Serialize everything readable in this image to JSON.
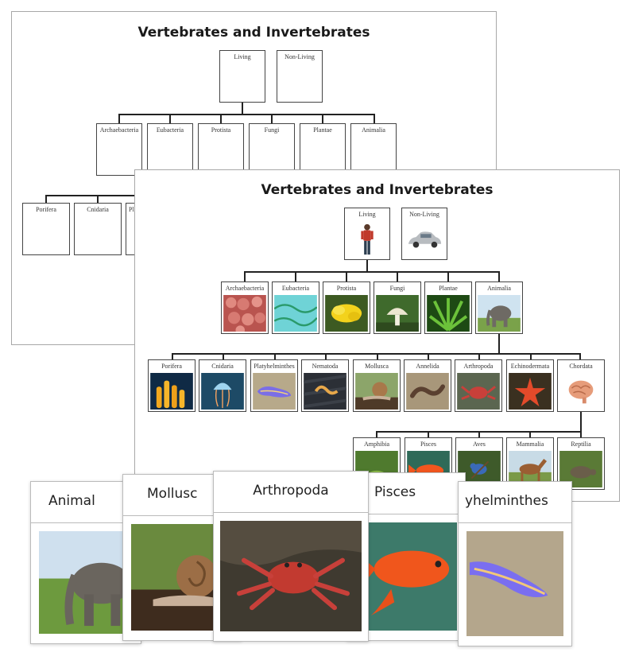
{
  "back_sheet": {
    "title": "Vertebrates and Invertebrates",
    "top_nodes": [
      "Living",
      "Non-Living"
    ],
    "kingdoms": [
      "Archaebacteria",
      "Eubacteria",
      "Protista",
      "Fungi",
      "Plantae",
      "Animalia"
    ],
    "phyla_visible": [
      "Porifera",
      "Cnidaria",
      "Pl"
    ]
  },
  "front_sheet": {
    "title": "Vertebrates and Invertebrates",
    "top_nodes": [
      {
        "label": "Living",
        "icon": "person-icon"
      },
      {
        "label": "Non-Living",
        "icon": "car-icon"
      }
    ],
    "kingdoms": [
      {
        "label": "Archaebacteria",
        "icon": "archaebacteria-icon"
      },
      {
        "label": "Eubacteria",
        "icon": "eubacteria-icon"
      },
      {
        "label": "Protista",
        "icon": "protista-icon"
      },
      {
        "label": "Fungi",
        "icon": "mushroom-icon"
      },
      {
        "label": "Plantae",
        "icon": "fern-icon"
      },
      {
        "label": "Animalia",
        "icon": "elephant-icon"
      }
    ],
    "phyla": [
      {
        "label": "Porifera",
        "icon": "sponge-icon"
      },
      {
        "label": "Cnidaria",
        "icon": "jellyfish-icon"
      },
      {
        "label": "Platyhelminthes",
        "icon": "flatworm-icon"
      },
      {
        "label": "Nematoda",
        "icon": "roundworm-icon"
      },
      {
        "label": "Mollusca",
        "icon": "snail-icon"
      },
      {
        "label": "Annelida",
        "icon": "earthworm-icon"
      },
      {
        "label": "Arthropoda",
        "icon": "crab-icon"
      },
      {
        "label": "Echinodermata",
        "icon": "starfish-icon"
      },
      {
        "label": "Chordata",
        "icon": "brain-icon"
      }
    ],
    "classes": [
      {
        "label": "Amphibia",
        "icon": "frog-icon"
      },
      {
        "label": "Pisces",
        "icon": "fish-icon"
      },
      {
        "label": "Aves",
        "icon": "bird-icon"
      },
      {
        "label": "Mammalia",
        "icon": "horse-icon"
      },
      {
        "label": "Reptilia",
        "icon": "tortoise-icon"
      }
    ]
  },
  "cards": [
    {
      "label": "Animal",
      "icon": "elephant-icon"
    },
    {
      "label": "Mollusc",
      "icon": "snail-icon"
    },
    {
      "label": "Pisces",
      "icon": "fish-icon"
    },
    {
      "label": "yhelminthes",
      "icon": "flatworm-icon"
    },
    {
      "label": "Arthropoda",
      "icon": "crab-icon"
    }
  ],
  "colors": {
    "sheet_border": "#a8a8a8",
    "tree_line": "#222222",
    "text": "#222222"
  }
}
